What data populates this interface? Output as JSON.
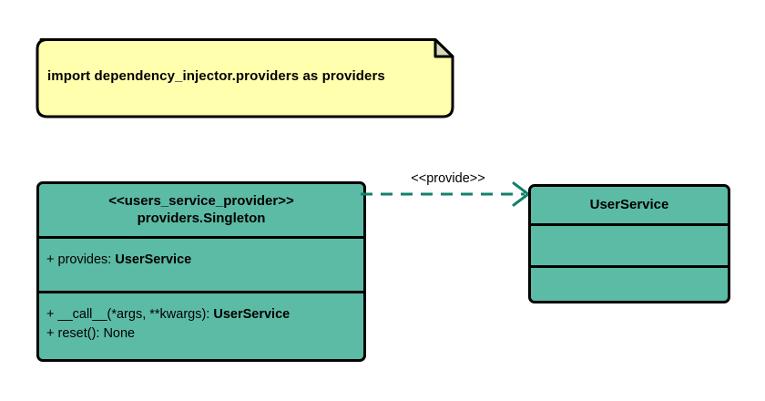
{
  "diagram": {
    "type": "uml-class-diagram",
    "background": "#ffffff",
    "colors": {
      "note_fill": "#ffffad",
      "note_border": "#000000",
      "class_fill": "#5cbba5",
      "class_border": "#000000",
      "connector": "#167f6b",
      "text": "#000000"
    }
  },
  "note": {
    "name": "import-note",
    "text": "import dependency_injector.providers as providers"
  },
  "provider_class": {
    "stereotype": "<<users_service_provider>>",
    "name": "providers.Singleton",
    "attributes": [
      {
        "visibility": "+",
        "label": "provides: ",
        "type": "UserService"
      }
    ],
    "operations": [
      {
        "visibility": "+",
        "label": "__call__(*args, **kwargs): ",
        "type": "UserService"
      },
      {
        "visibility": "+",
        "label": "reset(): None",
        "type": ""
      }
    ]
  },
  "service_class": {
    "name": "UserService",
    "attributes": [],
    "operations": []
  },
  "connector": {
    "label": "<<provide>>",
    "style": "dashed",
    "arrowhead": "open",
    "direction": "provider-to-service"
  }
}
